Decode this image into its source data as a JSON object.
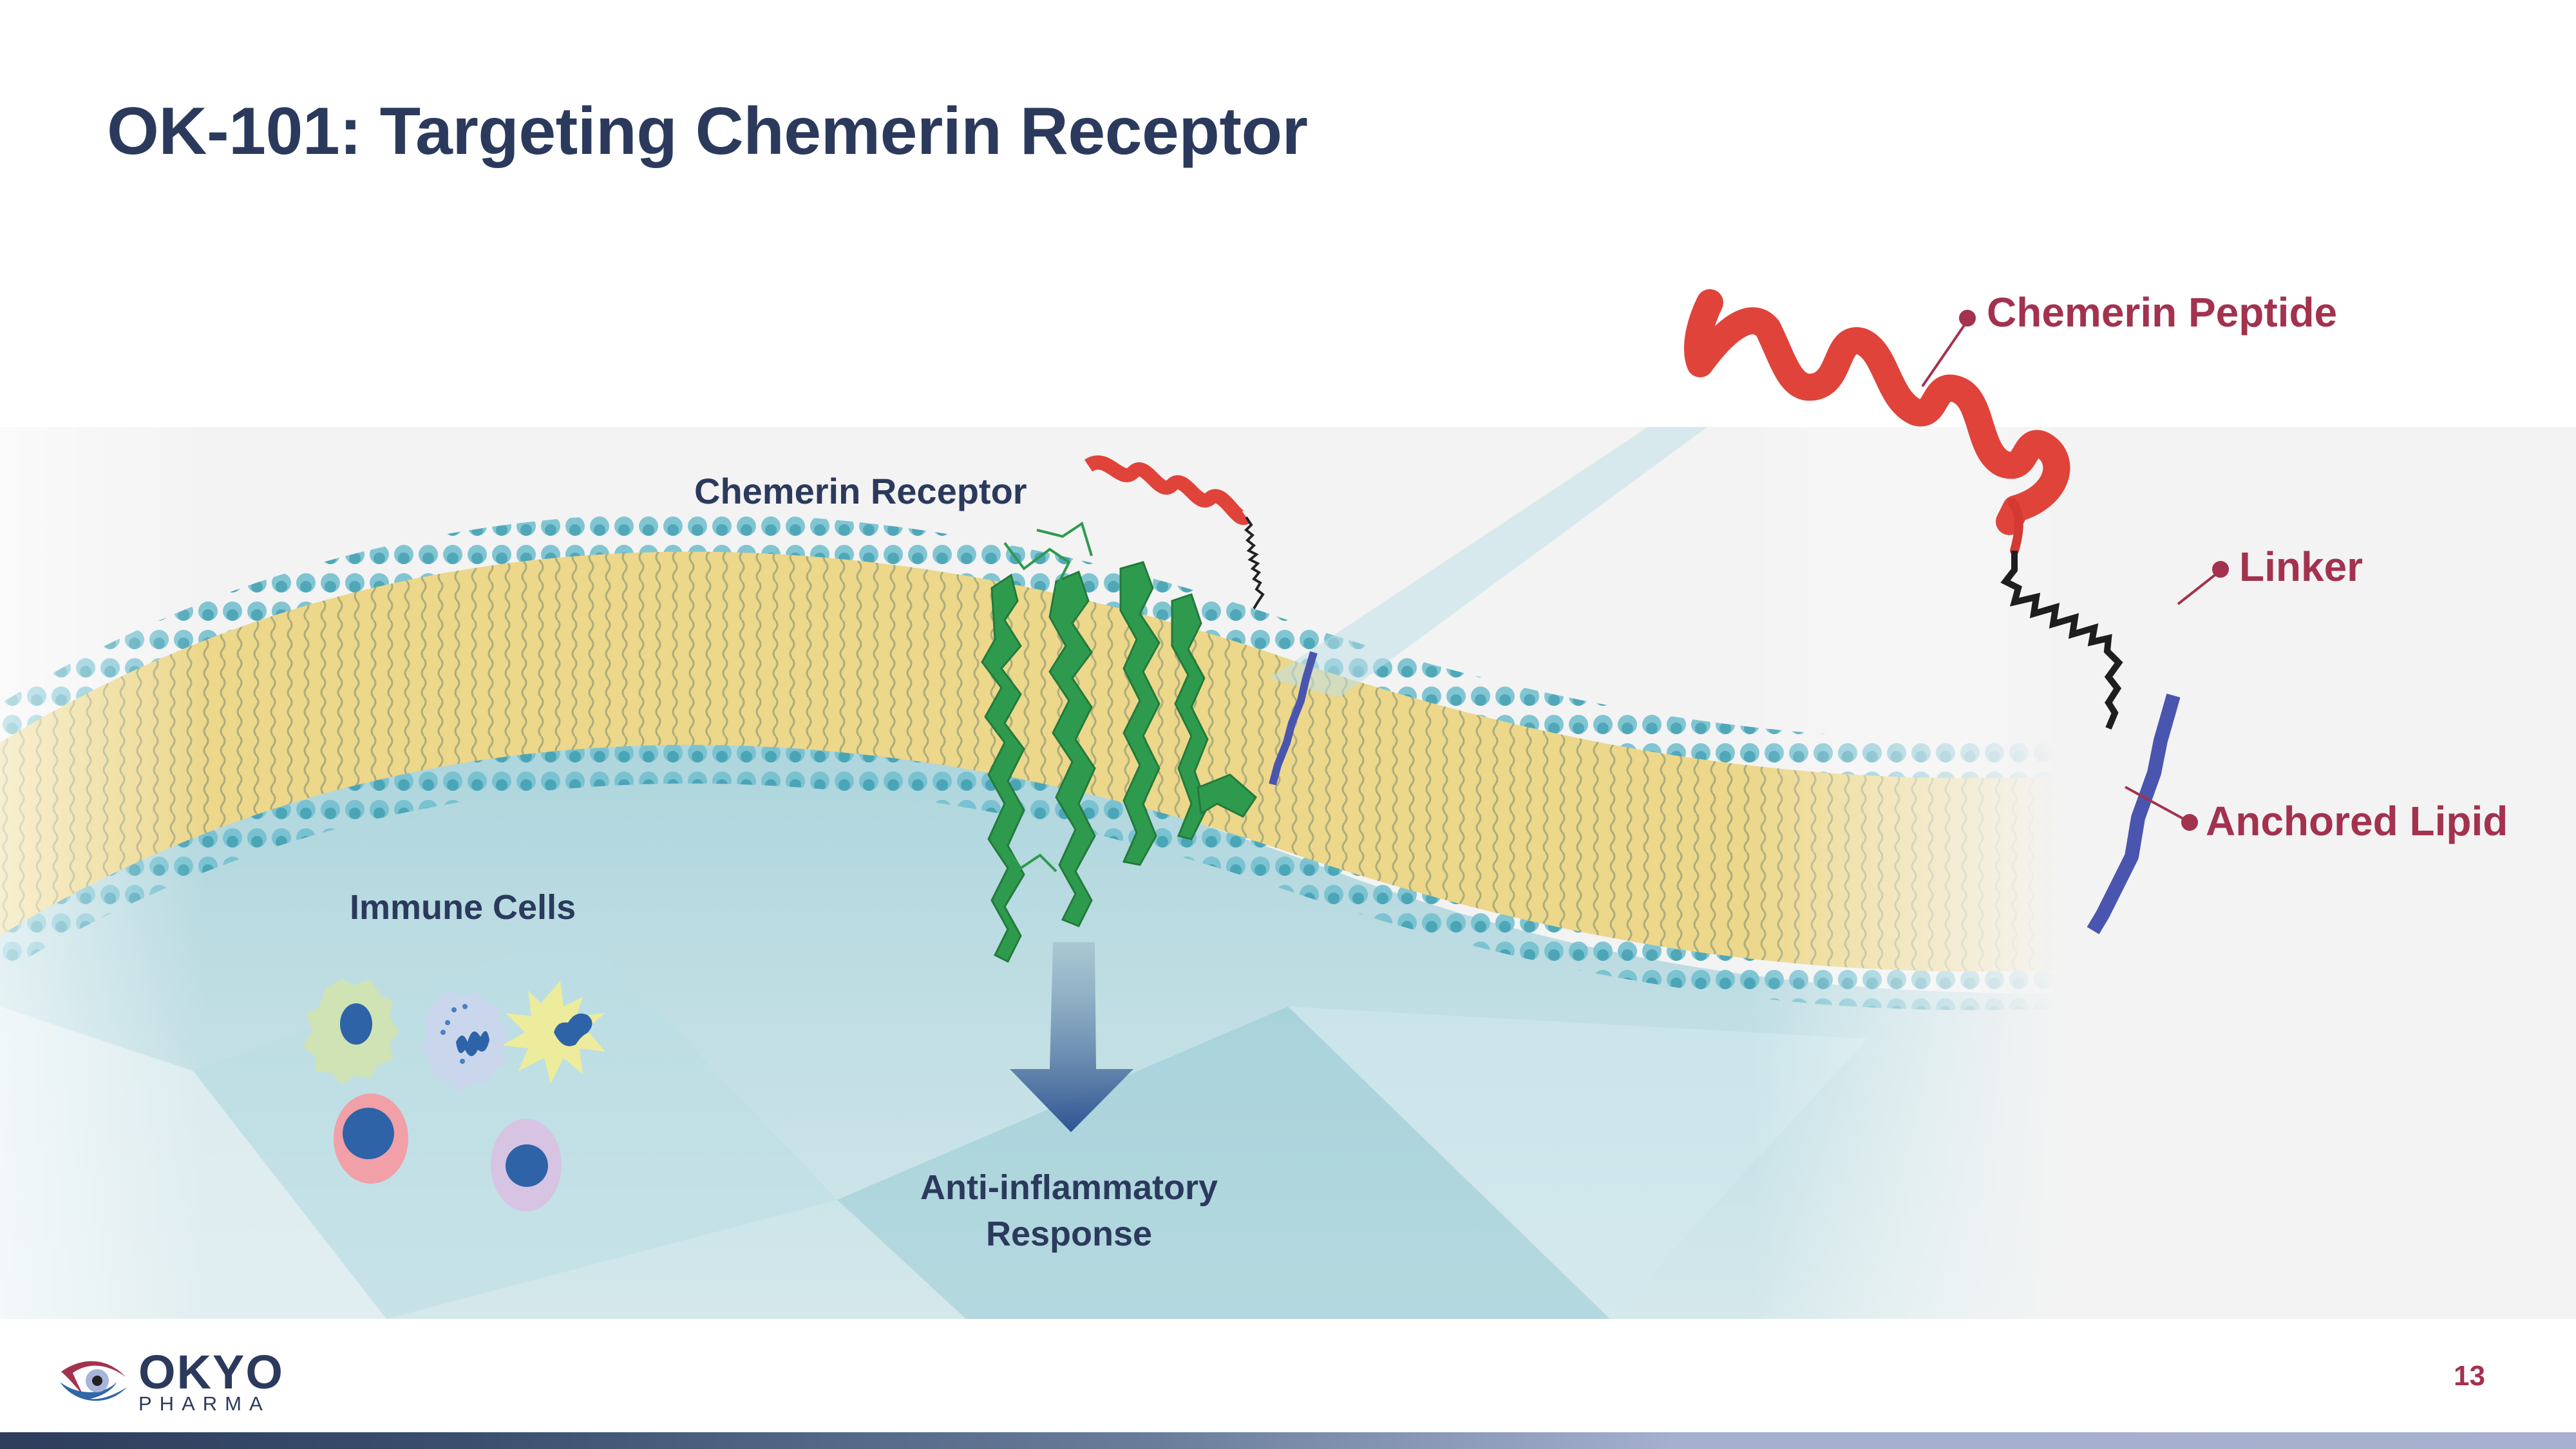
{
  "slide": {
    "title": "OK-101: Targeting Chemerin Receptor",
    "page_number": "13"
  },
  "diagram": {
    "receptor_label": "Chemerin Receptor",
    "immune_cells_label": "Immune Cells",
    "response_label_line1": "Anti-inflammatory",
    "response_label_line2": "Response",
    "callouts": [
      {
        "label": "Chemerin Peptide"
      },
      {
        "label": "Linker"
      },
      {
        "label": "Anchored Lipid"
      }
    ],
    "colors": {
      "title_navy": "#2b3a5c",
      "callout_red": "#a3324e",
      "peptide_red": "#e0433a",
      "receptor_green": "#2e9a4e",
      "lipid_blue": "#4a55b0",
      "linker_black": "#1e1e1e",
      "membrane_yellow": "#ecd78a",
      "membrane_head_teal": "#5fb5c4",
      "arrow_blue": "#2e5592",
      "panel_grey": "#f3f3f3"
    },
    "immune_cells": [
      {
        "name": "macrophage",
        "color": "#cfe3b5"
      },
      {
        "name": "granulocyte",
        "color": "#c9d6ec"
      },
      {
        "name": "dendritic-cell",
        "color": "#ecec9c"
      },
      {
        "name": "lymphocyte-red",
        "color": "#f0a0a6"
      },
      {
        "name": "lymphocyte-purple",
        "color": "#d7c4e2"
      }
    ]
  },
  "footer": {
    "logo_word": "OKYO",
    "logo_sub": "PHARMA"
  }
}
